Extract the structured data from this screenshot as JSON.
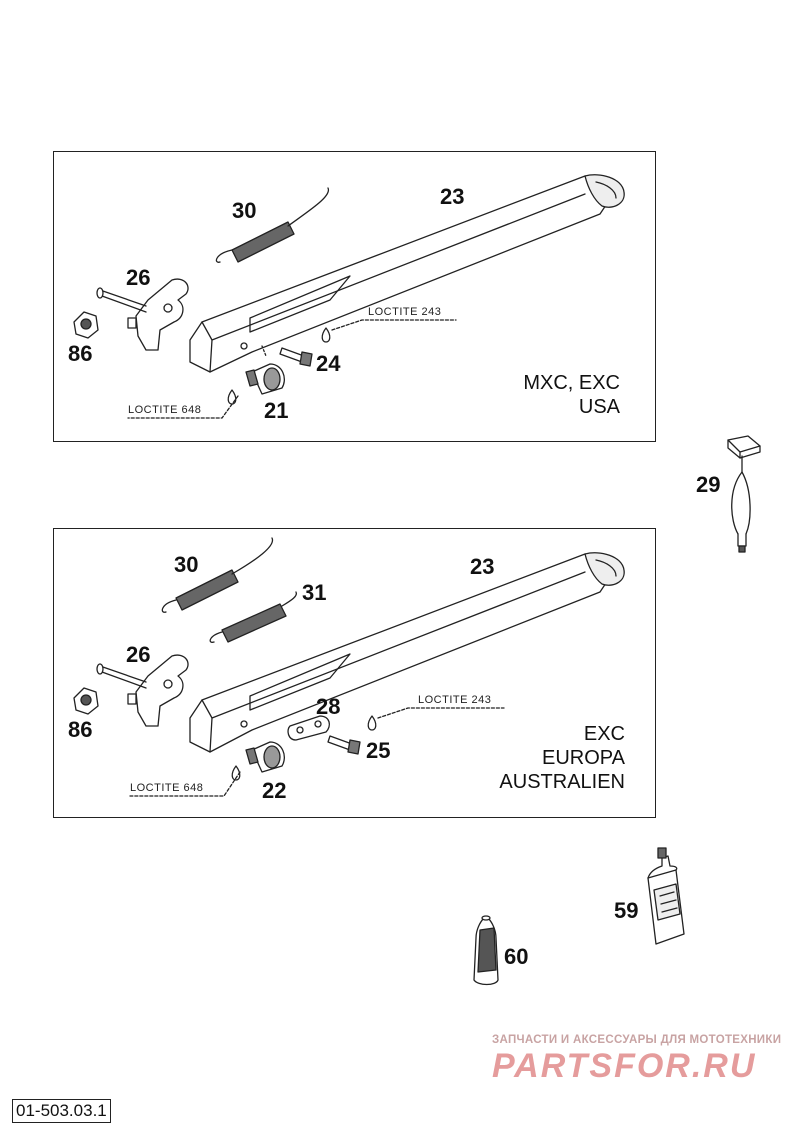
{
  "diagram": {
    "drawing_code": "01-503.03.1",
    "watermark": {
      "subtitle": "ЗАПЧАСТИ И АКСЕССУАРЫ ДЛЯ МОТОТЕХНИКИ",
      "brand": "PARTSFOR.RU"
    },
    "panel_top": {
      "region_lines": [
        "MXC, EXC",
        "USA"
      ],
      "notes": [
        "LOCTITE 243",
        "LOCTITE 648"
      ],
      "callouts": [
        "30",
        "23",
        "26",
        "86",
        "24",
        "21"
      ]
    },
    "panel_bottom": {
      "region_lines": [
        "EXC",
        "EUROPA",
        "AUSTRALIEN"
      ],
      "notes": [
        "LOCTITE 243",
        "LOCTITE 648"
      ],
      "callouts": [
        "30",
        "31",
        "23",
        "26",
        "86",
        "28",
        "25",
        "22"
      ]
    },
    "loose_parts": {
      "callouts": [
        "29",
        "59",
        "60"
      ]
    }
  }
}
